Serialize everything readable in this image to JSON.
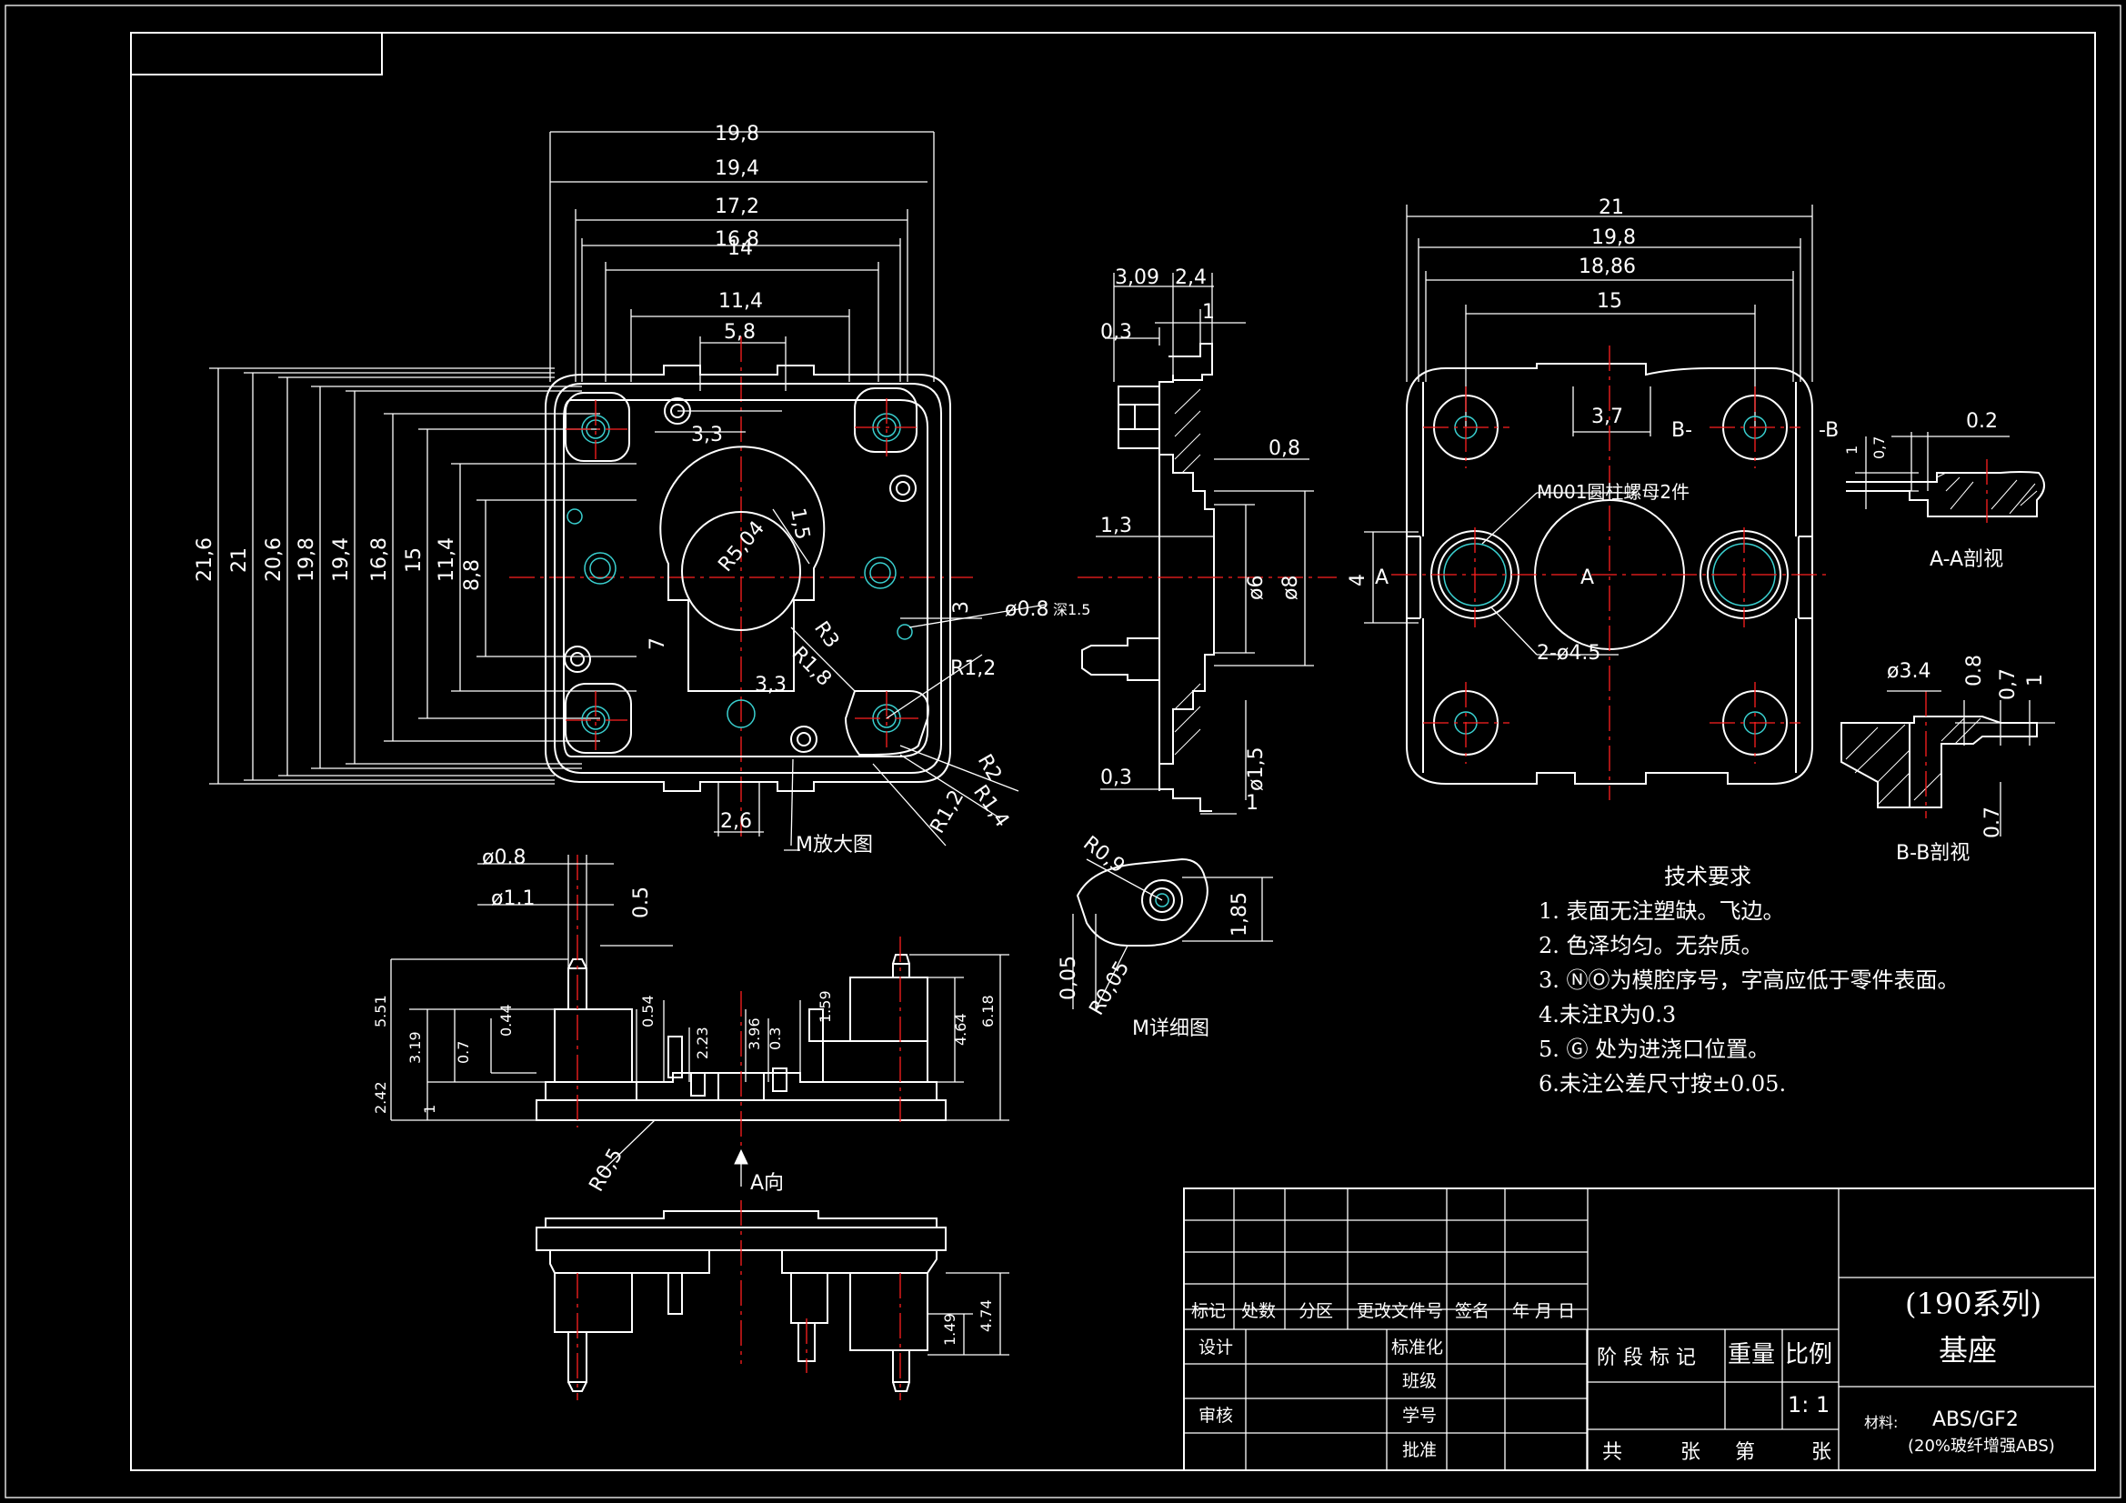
{
  "top_view": {
    "h_dims": [
      "19,8",
      "19,4",
      "17,2",
      "16,8",
      "14",
      "11,4",
      "5,8"
    ],
    "v_dims": [
      "21,6",
      "21",
      "20,6",
      "19,8",
      "19,4",
      "16,8",
      "15",
      "11,4",
      "8,8"
    ],
    "labels": [
      "3,3",
      "R5,04",
      "1,5",
      "3",
      "7",
      "R3",
      "R1,8",
      "3,3",
      "R1,2",
      "ø0.8",
      "深1.5",
      "2,6",
      "R2",
      "R1,4",
      "R1,2"
    ],
    "m_zoom": "M放大图"
  },
  "side_view": {
    "dims": [
      "3,09",
      "2,4",
      "0,3",
      "1",
      "0,8",
      "1,3",
      "ø6",
      "ø8",
      "0,3",
      "ø1,5",
      "1"
    ]
  },
  "m_detail": {
    "dims": [
      "R0,9",
      "1,85",
      "0,05",
      "R0,05"
    ],
    "label": "M详细图"
  },
  "right_view": {
    "h_dims": [
      "21",
      "19,8",
      "18,86",
      "15",
      "3,7"
    ],
    "labels": [
      "B-",
      "-B",
      "M001圆柱螺母2件",
      "4",
      "A",
      "A",
      "2-ø4.5"
    ]
  },
  "section_aa": {
    "dims": [
      "0.2",
      "1",
      "0,7"
    ],
    "label": "A-A剖视"
  },
  "section_bb": {
    "dims": [
      "ø3.4",
      "0.8",
      "0,7",
      "1",
      "0.7"
    ],
    "label": "B-B剖视"
  },
  "front_view": {
    "dims": [
      "ø0.8",
      "ø1.1",
      "0.5",
      "5.51",
      "3.19",
      "0.7",
      "0.44",
      "0.54",
      "2.23",
      "3.96",
      "0.3",
      "1.59",
      "4.64",
      "6.18",
      "2.42",
      "1",
      "R0,5"
    ],
    "arrow_label": "A向"
  },
  "bottom_view": {
    "dims": [
      "1.49",
      "4.74"
    ]
  },
  "tech_notes": {
    "title": "技术要求",
    "items": [
      "1. 表面无注塑缺。飞边。",
      "2. 色泽均匀。无杂质。",
      "3. ⓃⓄ为模腔序号，字高应低于零件表面。",
      "4.未注R为0.3",
      "5. Ⓖ 处为进浇口位置。",
      "6.未注公差尺寸按±0.05."
    ]
  },
  "title_block": {
    "headers": [
      "标记",
      "处数",
      "分区",
      "更改文件号",
      "签名",
      "年 月 日"
    ],
    "rows": [
      "设计",
      "标准化",
      "班级",
      "审核",
      "学号",
      "批准"
    ],
    "stage": "阶 段 标 记",
    "weight": "重量",
    "scale": "比例",
    "scale_value": "1: 1",
    "sheets": [
      "共",
      "张",
      "第",
      "张"
    ],
    "title1": "(190系列)",
    "title2": "基座",
    "material_label": "材料:",
    "material": "ABS/GF2",
    "material_note": "(20%玻纤增强ABS)"
  }
}
